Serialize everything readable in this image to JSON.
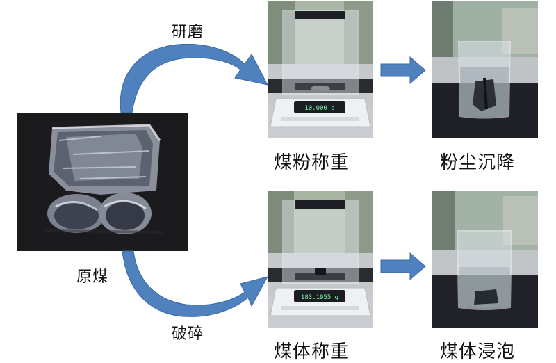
{
  "labels": {
    "raw_coal": "原煤",
    "grinding": "研磨",
    "crushing": "破碎",
    "powder_weighing": "煤粉称重",
    "dust_settling": "粉尘沉降",
    "block_weighing": "煤体称重",
    "block_soaking": "煤体浸泡"
  },
  "balance_readings": {
    "top": "10.000 g",
    "bottom": "183.1955 g"
  },
  "colors": {
    "arrow": "#4e81bd",
    "arrow_dark": "#3a6aa3"
  }
}
